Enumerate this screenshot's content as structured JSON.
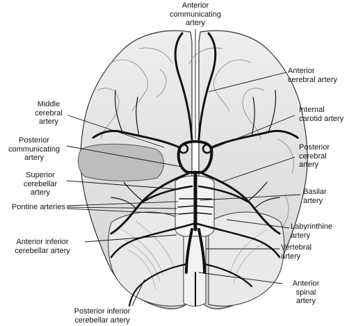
{
  "labels": {
    "anterior_communicating": "Anterior\ncommunicating\nartery",
    "anterior_cerebral": "Anterior\ncerebral artery",
    "middle_cerebral": "Middle\ncerebral\nartery",
    "internal_carotid": "Internal\ncarotid artery",
    "posterior_communicating": "Posterior\ncommunicating\nartery",
    "posterior_cerebral": "Posterior\ncerebral\nartery",
    "superior_cerebellar": "Superior\ncerebellar\nartery",
    "basilar": "Basilar\nartery",
    "pontine": "Pontine arteries",
    "labyrinthine": "Labyrinthine\nartery",
    "anterior_inferior_cerebellar": "Anterior inferior\ncerebellar artery",
    "vertebral": "Vertebral\nartery",
    "anterior_spinal": "Anterior\nspinal\nartery",
    "posterior_inferior_cerebellar": "Posterior inferior\ncerebellar artery"
  },
  "colors": {
    "tissue": "#e6e6e6",
    "tissue_dark": "#c9c9c9",
    "outline": "#333333",
    "artery": "#111111",
    "leader": "#111111"
  }
}
